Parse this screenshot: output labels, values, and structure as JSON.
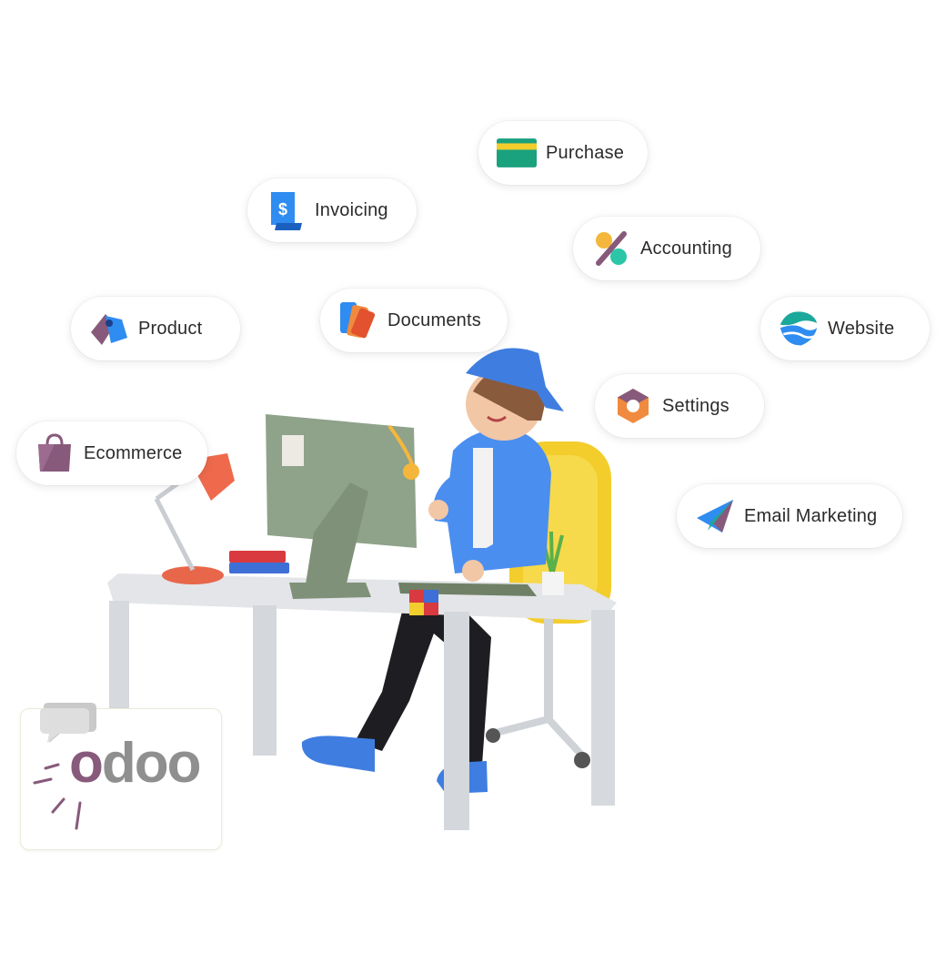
{
  "apps": [
    {
      "id": "purchase",
      "label": "Purchase",
      "icon": "purchase-icon"
    },
    {
      "id": "invoicing",
      "label": "Invoicing",
      "icon": "invoicing-icon"
    },
    {
      "id": "accounting",
      "label": "Accounting",
      "icon": "accounting-icon"
    },
    {
      "id": "product",
      "label": "Product",
      "icon": "product-icon"
    },
    {
      "id": "documents",
      "label": "Documents",
      "icon": "documents-icon"
    },
    {
      "id": "website",
      "label": "Website",
      "icon": "website-icon"
    },
    {
      "id": "settings",
      "label": "Settings",
      "icon": "settings-icon"
    },
    {
      "id": "ecommerce",
      "label": "Ecommerce",
      "icon": "ecommerce-icon"
    },
    {
      "id": "email",
      "label": "Email Marketing",
      "icon": "email-marketing-icon"
    }
  ],
  "logo": {
    "text": "odoo",
    "brand_color": "#875a7b",
    "text_color": "#8f8f8f"
  },
  "colors": {
    "purple": "#875a7b",
    "teal": "#1aa89b",
    "blue": "#2f8cf0",
    "orange": "#f08a3e",
    "desk": "#d9dce0",
    "monitor": "#8fa28a",
    "shirt": "#4a8ef0",
    "chair": "#f3cd2c"
  }
}
